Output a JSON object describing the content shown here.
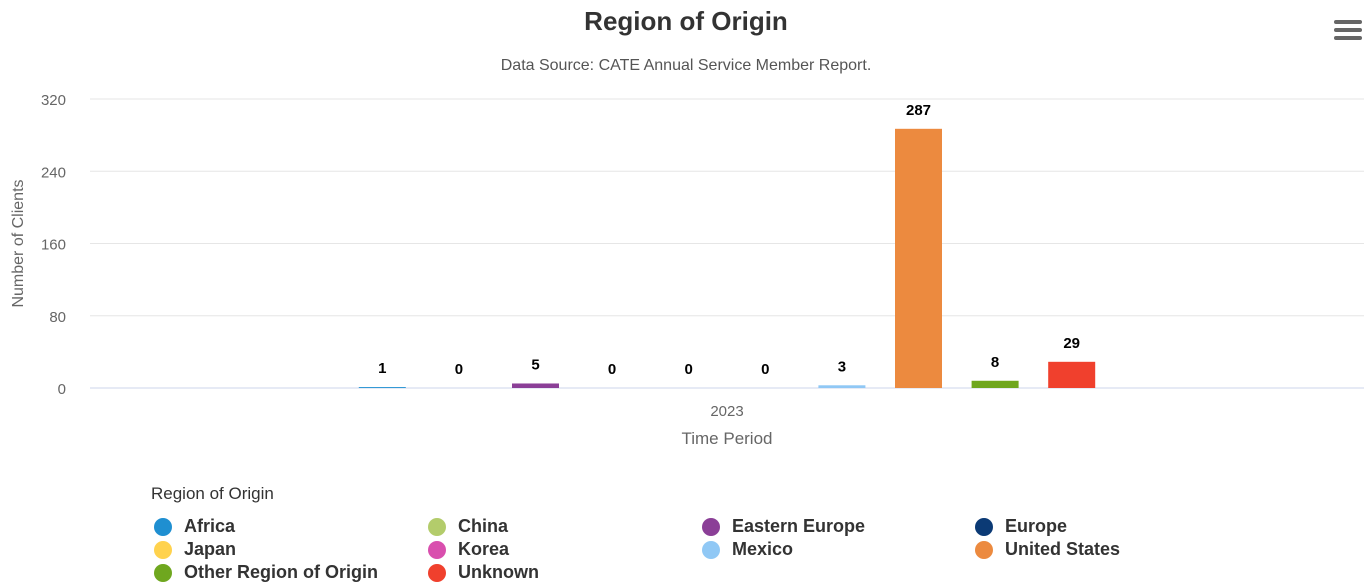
{
  "chart_data": {
    "type": "bar",
    "title": "Region of Origin",
    "subtitle": "Data Source: CATE Annual Service Member Report.",
    "xlabel": "Time Period",
    "ylabel": "Number of Clients",
    "categories": [
      "2023"
    ],
    "ylim": [
      0,
      320
    ],
    "yticks": [
      0,
      80,
      160,
      240,
      320
    ],
    "grid": true,
    "legend_title": "Region of Origin",
    "legend_placement": "bottom",
    "series": [
      {
        "name": "Africa",
        "values": [
          1
        ],
        "color": "#1f8fd1"
      },
      {
        "name": "China",
        "values": [
          0
        ],
        "color": "#b3cc6b"
      },
      {
        "name": "Eastern Europe",
        "values": [
          5
        ],
        "color": "#8b3f97"
      },
      {
        "name": "Europe",
        "values": [
          0
        ],
        "color": "#0b3a75"
      },
      {
        "name": "Japan",
        "values": [
          0
        ],
        "color": "#ffd24d"
      },
      {
        "name": "Korea",
        "values": [
          0
        ],
        "color": "#d94fae"
      },
      {
        "name": "Mexico",
        "values": [
          3
        ],
        "color": "#90c8f5"
      },
      {
        "name": "United States",
        "values": [
          287
        ],
        "color": "#ec8a3f"
      },
      {
        "name": "Other Region of Origin",
        "values": [
          8
        ],
        "color": "#6fa71f"
      },
      {
        "name": "Unknown",
        "values": [
          29
        ],
        "color": "#f0402d"
      }
    ]
  },
  "menu_icon": "hamburger-menu-icon"
}
